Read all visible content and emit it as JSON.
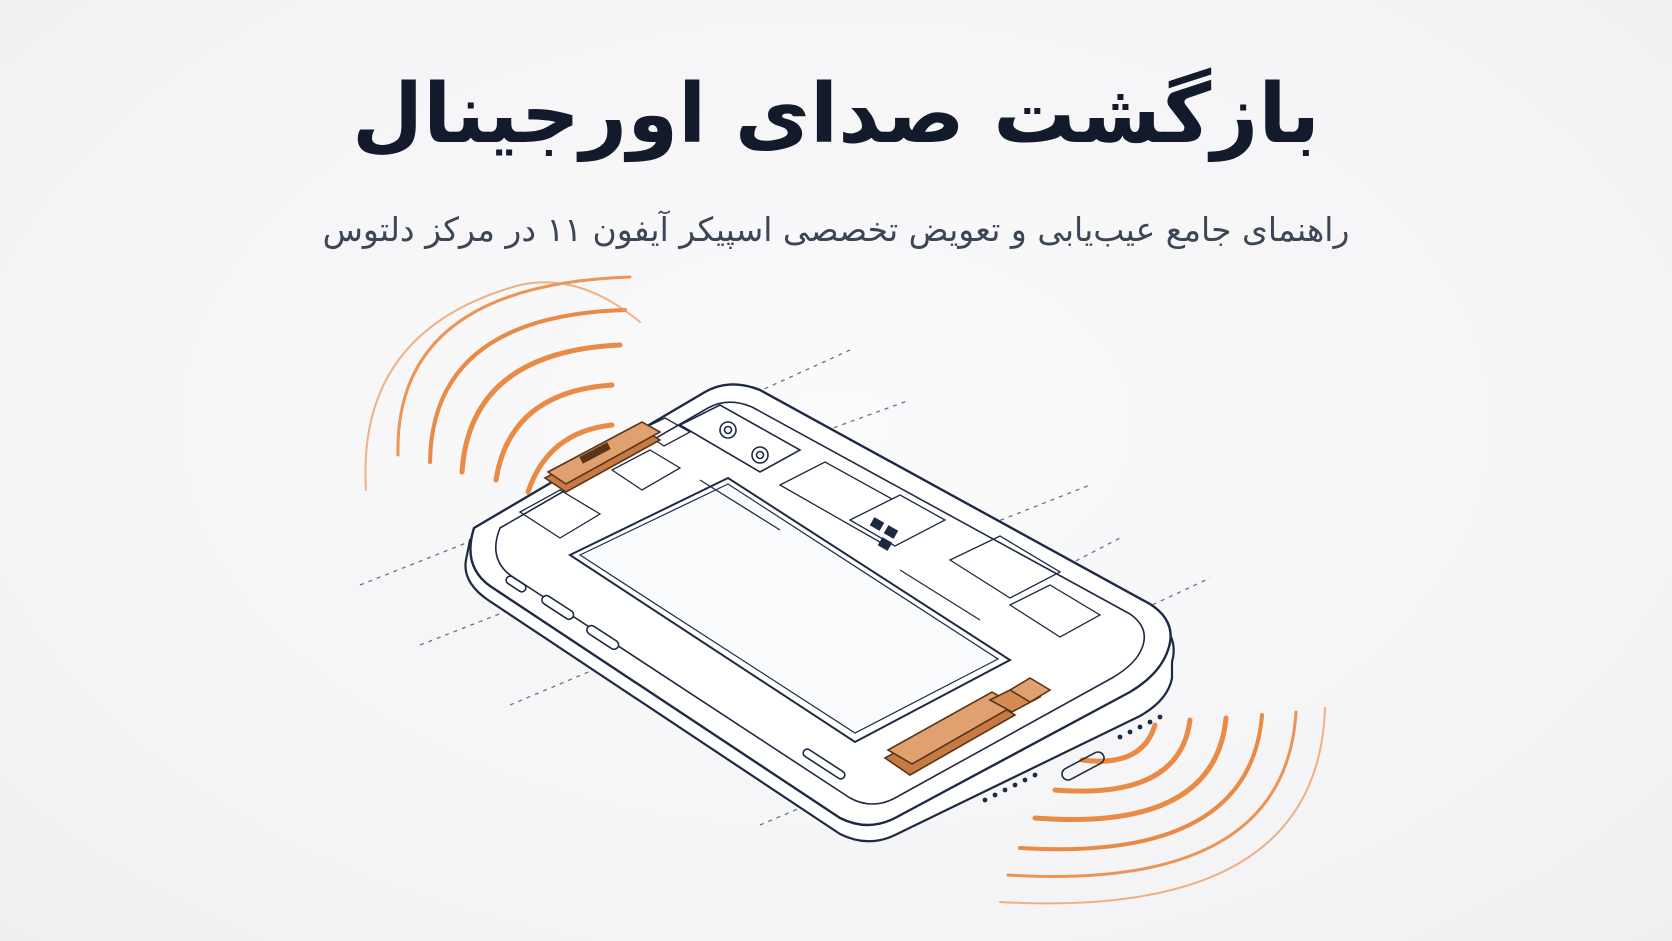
{
  "header": {
    "title": "بازگشت صدای اورجینال",
    "subtitle": "راهنمای جامع عیب‌یابی و تعویض تخصصی اسپیکر آیفون ۱۱ در مرکز دلتوس"
  },
  "illustration": {
    "subject": "phone-internals",
    "highlight_color": "#c87a45",
    "wave_color": "#e98a45",
    "line_color": "#1e2a44"
  }
}
